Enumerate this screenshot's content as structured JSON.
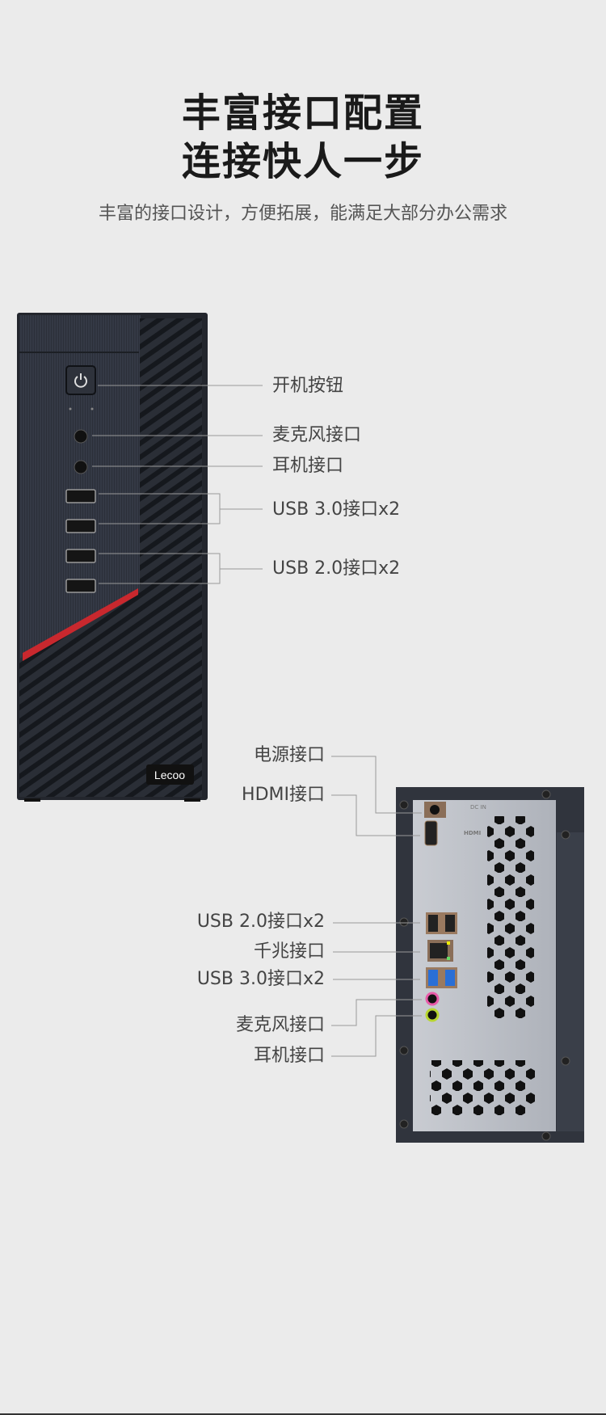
{
  "header": {
    "title_line1": "丰富接口配置",
    "title_line2": "连接快人一步",
    "subtitle": "丰富的接口设计，方便拓展，能满足大部分办公需求"
  },
  "front": {
    "labels": [
      "开机按钮",
      "麦克风接口",
      "耳机接口",
      "USB 3.0接口x2",
      "USB 2.0接口x2"
    ],
    "logo": "Lecoo"
  },
  "rear": {
    "labels": [
      "电源接口",
      "HDMI接口",
      "USB 2.0接口x2",
      "千兆接口",
      "USB 3.0接口x2",
      "麦克风接口",
      "耳机接口"
    ],
    "port_marks": {
      "dc": "DC IN",
      "hdmi": "HDMI"
    }
  },
  "colors": {
    "background": "#ebebeb",
    "case": "#2b2f38",
    "accent_red": "#c8282e",
    "mic_jack": "#e85aa8",
    "headphone_jack": "#b8d630",
    "usb3_blue": "#2a6fd6"
  }
}
